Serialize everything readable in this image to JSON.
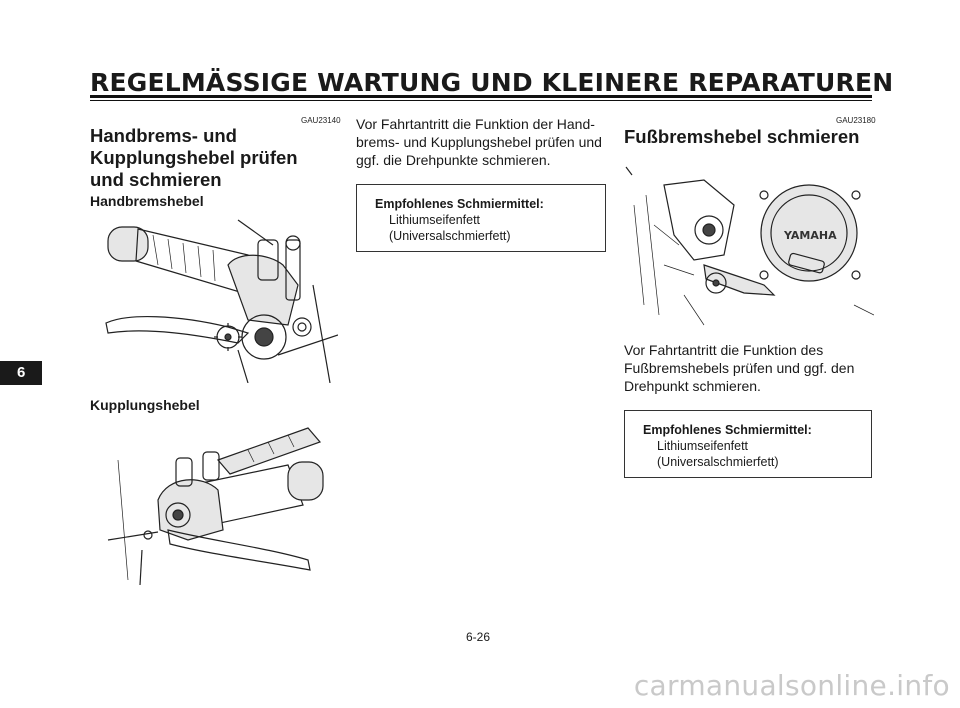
{
  "header": {
    "title": "REGELMÄSSIGE WARTUNG UND KLEINERE REPARATUREN"
  },
  "chapter_tab": "6",
  "left": {
    "code": "GAU23140",
    "title_lines": [
      "Handbrems- und",
      "Kupplungshebel prüfen",
      "und schmieren"
    ],
    "brake_lever_label": "Handbremshebel",
    "clutch_lever_label": "Kupplungshebel"
  },
  "middle": {
    "intro_lines": [
      "Vor Fahrtantritt die Funktion der Hand-",
      "brems- und Kupplungshebel prüfen und",
      "ggf. die Drehpunkte schmieren."
    ],
    "box": {
      "title": "Empfohlenes Schmiermittel:",
      "lines": [
        "Lithiumseifenfett",
        "(Universalschmierfett)"
      ]
    }
  },
  "right": {
    "code": "GAU23180",
    "title": "Fußbremshebel schmieren",
    "body_lines": [
      "Vor Fahrtantritt die Funktion des",
      "Fußbremshebels prüfen und ggf. den",
      "Drehpunkt schmieren."
    ],
    "box": {
      "title": "Empfohlenes Schmiermittel:",
      "lines": [
        "Lithiumseifenfett",
        "(Universalschmierfett)"
      ]
    },
    "engine_logo_text": "YAMAHA"
  },
  "footer": {
    "page_number": "6-26"
  },
  "watermark": "carmanualsonline.info"
}
